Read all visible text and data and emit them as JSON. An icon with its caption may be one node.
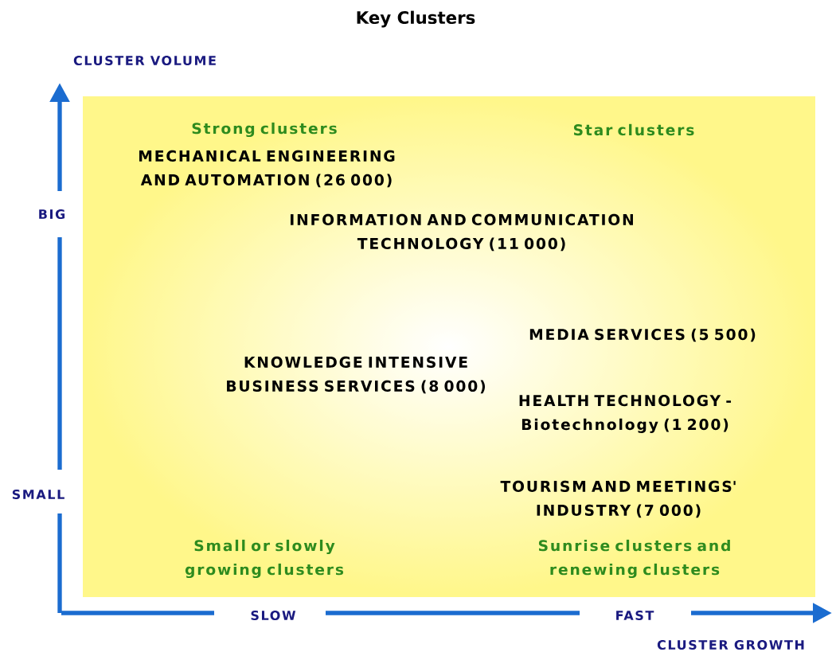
{
  "diagram": {
    "title": "Key Clusters",
    "labels": [
      "CLUSTER VOLUME",
      "Strong clusters",
      "Star clusters",
      "MECHANICAL ENGINEERING AND AUTOMATION (26 000)",
      "BIG",
      "INFORMATION AND COMMUNICATION TECHNOLOGY (11 000)",
      "MEDIA  SERVICES (5 500)",
      "KNOWLEDGE INTENSIVE BUSINESS SERVICES (8 000)",
      "HEALTH TECHNOLOGY - Biotechnology (1 200)",
      "SMALL",
      "TOURISM AND MEETINGS' INDUSTRY (7 000)",
      "Small or slowly growing clusters",
      "Sunrise clusters and renewing clusters",
      "SLOW",
      "FAST",
      "CLUSTER GROWTH"
    ]
  }
}
